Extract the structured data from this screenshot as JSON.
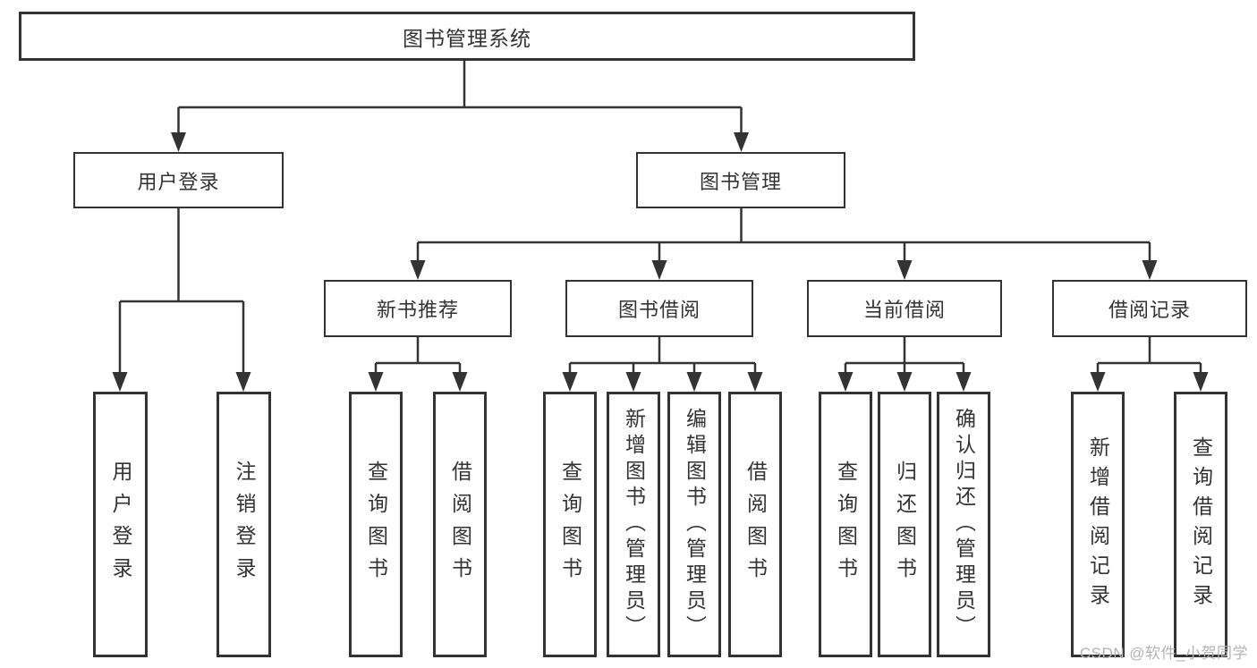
{
  "diagram": {
    "nodes": {
      "root": "图书管理系统",
      "user_login": "用户登录",
      "book_management": "图书管理",
      "new_book_recommend": "新书推荐",
      "book_borrow": "图书借阅",
      "current_borrow": "当前借阅",
      "borrow_records": "借阅记录",
      "leaf_user_login": "用户登录",
      "leaf_logout": "注销登录",
      "nbr_query_books": "查询图书",
      "nbr_borrow_books": "借阅图书",
      "bb_query_books": "查询图书",
      "bb_add_books": "新增图书（管理员）",
      "bb_edit_books": "编辑图书（管理员）",
      "bb_borrow_books": "借阅图书",
      "cb_query_books": "查询图书",
      "cb_return_books": "归还图书",
      "cb_confirm_return": "确认归还（管理员）",
      "br_add_record": "新增借阅记录",
      "br_query_record": "查询借阅记录"
    }
  },
  "watermark": "CSDN @软件_小贺同学",
  "colors": {
    "line": "#333333",
    "box_border": "#333333",
    "box_fill": "#ffffff",
    "text": "#333333",
    "watermark": "#b3b3b3"
  }
}
